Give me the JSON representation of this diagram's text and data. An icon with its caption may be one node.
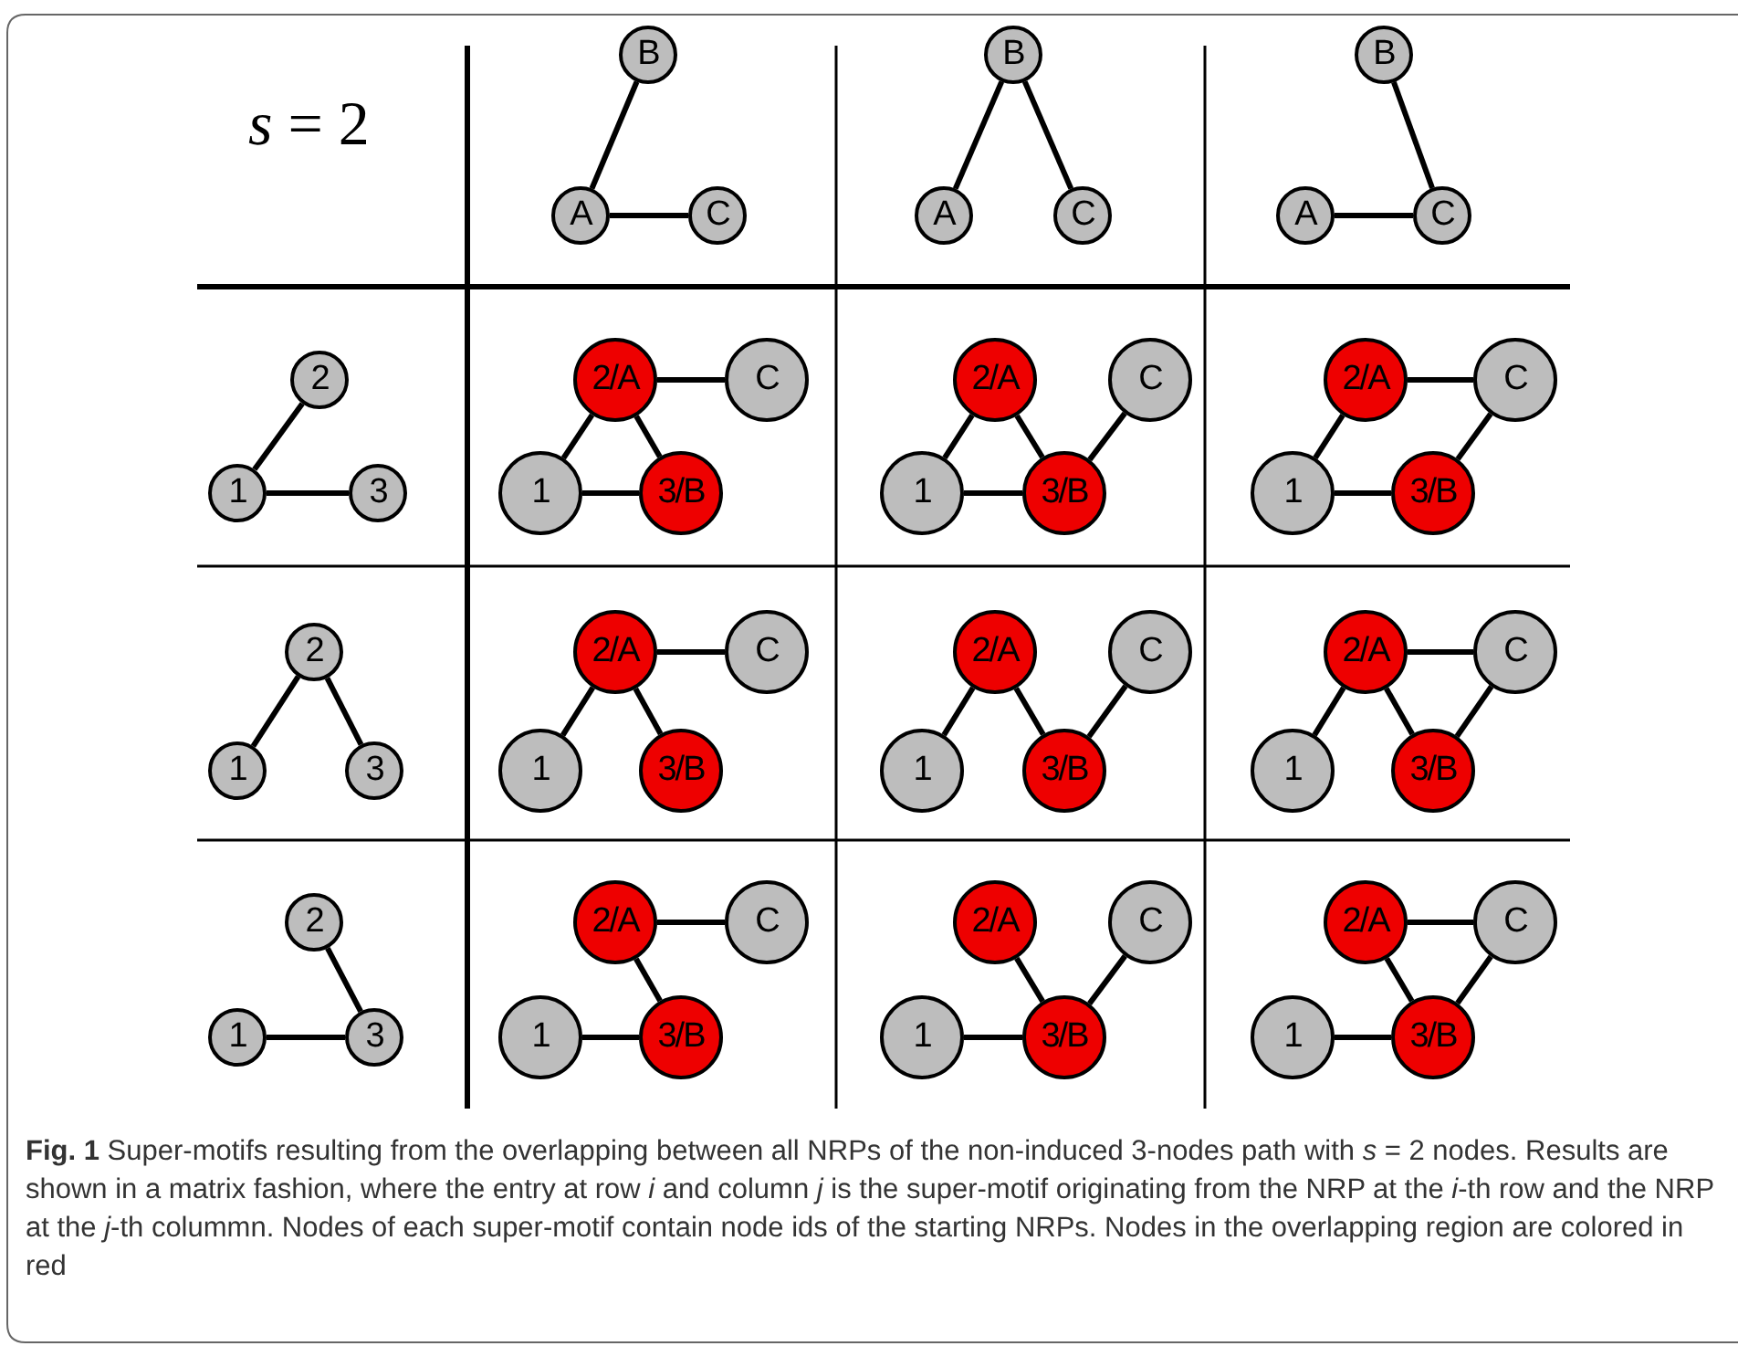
{
  "diagram": {
    "caption": "**Fig. 1** Super-motifs resulting from the overlapping between all NRPs of the non-induced 3-nodes path with *s* = 2 nodes. Results are shown in a matrix fashion, where the entry at row *i* and column *j* is the super-motif originating from the NRP at the *i*-th row and the NRP at the *j*-th colummn. Nodes of each super-motif contain node ids of the starting NRPs. Nodes in the overlapping region are colored in red",
    "nodes": [
      {
        "text": [
          "B"
        ]
      },
      {
        "text": [
          "A"
        ]
      },
      {
        "text": [
          "C"
        ]
      },
      {
        "text": [
          "B"
        ]
      },
      {
        "text": [
          "A"
        ]
      },
      {
        "text": [
          "C"
        ]
      },
      {
        "text": [
          "B"
        ]
      },
      {
        "text": [
          "A"
        ]
      },
      {
        "text": [
          "C"
        ]
      },
      {
        "text": [
          "2"
        ]
      },
      {
        "text": [
          "1"
        ]
      },
      {
        "text": [
          "3"
        ]
      },
      {
        "text": [
          "2/A"
        ]
      },
      {
        "text": [
          "C"
        ]
      },
      {
        "text": [
          "1"
        ]
      },
      {
        "text": [
          "3/B"
        ]
      },
      {
        "text": [
          "2/A"
        ]
      },
      {
        "text": [
          "C"
        ]
      },
      {
        "text": [
          "1"
        ]
      },
      {
        "text": [
          "3/B"
        ]
      },
      {
        "text": [
          "2/A"
        ]
      },
      {
        "text": [
          "C"
        ]
      },
      {
        "text": [
          "1"
        ]
      },
      {
        "text": [
          "3/B"
        ]
      },
      {
        "text": [
          "2"
        ]
      },
      {
        "text": [
          "1"
        ]
      },
      {
        "text": [
          "3"
        ]
      },
      {
        "text": [
          "2/A"
        ]
      },
      {
        "text": [
          "C"
        ]
      },
      {
        "text": [
          "1"
        ]
      },
      {
        "text": [
          "3/B"
        ]
      },
      {
        "text": [
          "2/A"
        ]
      },
      {
        "text": [
          "C"
        ]
      },
      {
        "text": [
          "1"
        ]
      },
      {
        "text": [
          "3/B"
        ]
      },
      {
        "text": [
          "2/A"
        ]
      },
      {
        "text": [
          "C"
        ]
      },
      {
        "text": [
          "1"
        ]
      },
      {
        "text": [
          "3/B"
        ]
      },
      {
        "text": [
          "2"
        ]
      },
      {
        "text": [
          "1"
        ]
      },
      {
        "text": [
          "3"
        ]
      },
      {
        "text": [
          "2/A"
        ]
      },
      {
        "text": [
          "C"
        ]
      },
      {
        "text": [
          "1"
        ]
      },
      {
        "text": [
          "3/B"
        ]
      },
      {
        "text": [
          "2/A"
        ]
      },
      {
        "text": [
          "C"
        ]
      },
      {
        "text": [
          "1"
        ]
      },
      {
        "text": [
          "3/B"
        ]
      },
      {
        "text": [
          "2/A"
        ]
      },
      {
        "text": [
          "C"
        ]
      },
      {
        "text": [
          "1"
        ]
      },
      {
        "text": [
          "3/B"
        ]
      }
    ],
    "edges": [
      {
        "from": 0,
        "to": 1,
        "arrow": "none"
      },
      {
        "from": 1,
        "to": 2,
        "arrow": "none"
      },
      {
        "from": 3,
        "to": 4,
        "arrow": "none"
      },
      {
        "from": 3,
        "to": 5,
        "arrow": "none"
      },
      {
        "from": 6,
        "to": 8,
        "arrow": "none"
      },
      {
        "from": 7,
        "to": 8,
        "arrow": "none"
      },
      {
        "from": 10,
        "to": 9,
        "arrow": "none"
      },
      {
        "from": 10,
        "to": 11,
        "arrow": "none"
      },
      {
        "from": 12,
        "to": 13,
        "arrow": "none"
      },
      {
        "from": 14,
        "to": 12,
        "arrow": "none"
      },
      {
        "from": 14,
        "to": 15,
        "arrow": "none"
      },
      {
        "from": 12,
        "to": 15,
        "arrow": "none"
      },
      {
        "from": 18,
        "to": 16,
        "arrow": "none"
      },
      {
        "from": 18,
        "to": 19,
        "arrow": "none"
      },
      {
        "from": 16,
        "to": 19,
        "arrow": "none"
      },
      {
        "from": 19,
        "to": 17,
        "arrow": "none"
      },
      {
        "from": 22,
        "to": 20,
        "arrow": "none"
      },
      {
        "from": 22,
        "to": 23,
        "arrow": "none"
      },
      {
        "from": 23,
        "to": 21,
        "arrow": "none"
      },
      {
        "from": 20,
        "to": 21,
        "arrow": "none"
      },
      {
        "from": 25,
        "to": 24,
        "arrow": "none"
      },
      {
        "from": 24,
        "to": 26,
        "arrow": "none"
      },
      {
        "from": 27,
        "to": 28,
        "arrow": "none"
      },
      {
        "from": 29,
        "to": 27,
        "arrow": "none"
      },
      {
        "from": 27,
        "to": 30,
        "arrow": "none"
      },
      {
        "from": 33,
        "to": 31,
        "arrow": "none"
      },
      {
        "from": 31,
        "to": 34,
        "arrow": "none"
      },
      {
        "from": 34,
        "to": 32,
        "arrow": "none"
      },
      {
        "from": 37,
        "to": 35,
        "arrow": "none"
      },
      {
        "from": 35,
        "to": 38,
        "arrow": "none"
      },
      {
        "from": 38,
        "to": 36,
        "arrow": "none"
      },
      {
        "from": 35,
        "to": 36,
        "arrow": "none"
      },
      {
        "from": 39,
        "to": 41,
        "arrow": "none"
      },
      {
        "from": 40,
        "to": 41,
        "arrow": "none"
      },
      {
        "from": 42,
        "to": 43,
        "arrow": "none"
      },
      {
        "from": 42,
        "to": 45,
        "arrow": "none"
      },
      {
        "from": 44,
        "to": 45,
        "arrow": "none"
      },
      {
        "from": 46,
        "to": 49,
        "arrow": "none"
      },
      {
        "from": 48,
        "to": 49,
        "arrow": "none"
      },
      {
        "from": 49,
        "to": 47,
        "arrow": "none"
      },
      {
        "from": 50,
        "to": 51,
        "arrow": "none"
      },
      {
        "from": 50,
        "to": 53,
        "arrow": "none"
      },
      {
        "from": 52,
        "to": 53,
        "arrow": "none"
      },
      {
        "from": 53,
        "to": 51,
        "arrow": "none"
      }
    ],
    "labels": [
      "*s* = 2"
    ]
  }
}
